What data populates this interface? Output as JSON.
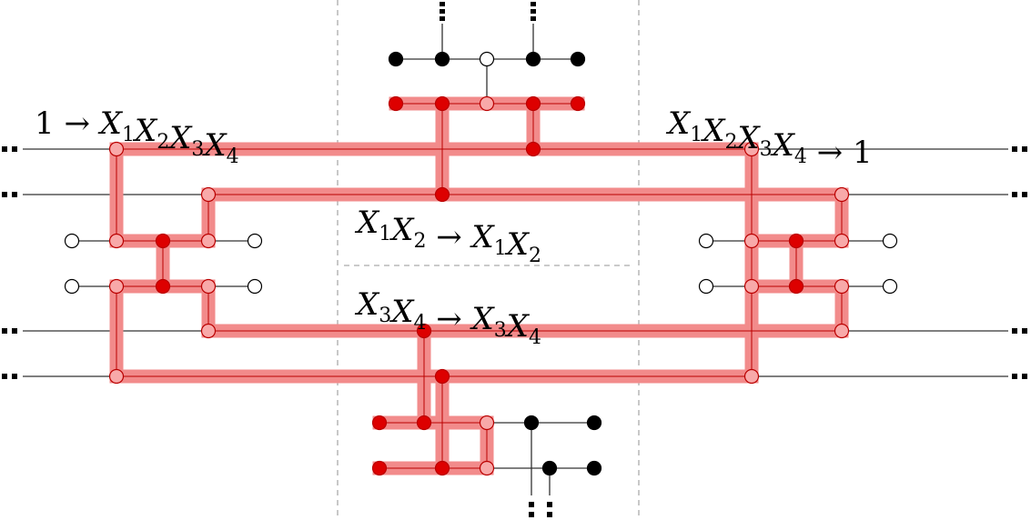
{
  "labels": {
    "top_left": [
      {
        "t": "1",
        "s": ""
      },
      {
        "t": " → ",
        "s": ""
      },
      {
        "t": "X",
        "s": "1"
      },
      {
        "t": "X",
        "s": "2"
      },
      {
        "t": "X",
        "s": "3"
      },
      {
        "t": "X",
        "s": "4"
      }
    ],
    "top_right": [
      {
        "t": "X",
        "s": "1"
      },
      {
        "t": "X",
        "s": "2"
      },
      {
        "t": "X",
        "s": "3"
      },
      {
        "t": "X",
        "s": "4"
      },
      {
        "t": " → ",
        "s": ""
      },
      {
        "t": "1",
        "s": ""
      }
    ],
    "middle_upper": [
      {
        "t": "X",
        "s": "1"
      },
      {
        "t": "X",
        "s": "2"
      },
      {
        "t": " → ",
        "s": ""
      },
      {
        "t": "X",
        "s": "1"
      },
      {
        "t": "X",
        "s": "2"
      }
    ],
    "middle_lower": [
      {
        "t": "X",
        "s": "3"
      },
      {
        "t": "X",
        "s": "4"
      },
      {
        "t": " → ",
        "s": ""
      },
      {
        "t": "X",
        "s": "3"
      },
      {
        "t": "X",
        "s": "4"
      }
    ]
  },
  "colors": {
    "highlight": "#f28b8b",
    "red_node": "#dd0000",
    "red_node_outline": "#bb0000",
    "hollow_red_fill": "#f8a9a9",
    "black": "#000000",
    "wire": "#333333",
    "divider": "#aaaaaa"
  }
}
